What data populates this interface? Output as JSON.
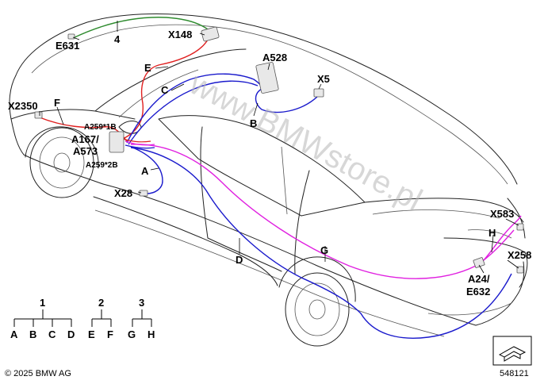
{
  "diagram": {
    "labels": {
      "e631": "E631",
      "n4": "4",
      "x148": "X148",
      "e": "E",
      "a528": "A528",
      "x5": "X5",
      "c": "C",
      "x2350": "X2350",
      "f": "F",
      "b": "B",
      "a259_1b": "A259*1B",
      "a167": "A167/",
      "a573": "A573",
      "a259_2b": "A259*2B",
      "a": "A",
      "x28": "X28",
      "d": "D",
      "g": "G",
      "x583": "X583",
      "h": "H",
      "x258": "X258",
      "a24": "A24/",
      "e632": "E632"
    },
    "legend": {
      "groups": [
        {
          "number": "1",
          "items": [
            "A",
            "B",
            "C",
            "D"
          ]
        },
        {
          "number": "2",
          "items": [
            "E",
            "F"
          ]
        },
        {
          "number": "3",
          "items": [
            "G",
            "H"
          ]
        }
      ]
    },
    "wire_colors": {
      "green": "#2e8b2e",
      "red": "#e02020",
      "blue": "#1a1acc",
      "magenta": "#e020e0"
    },
    "watermark": "www.BMWstore.pl",
    "copyright": "© 2025 BMW AG",
    "diagram_number": "548121"
  }
}
